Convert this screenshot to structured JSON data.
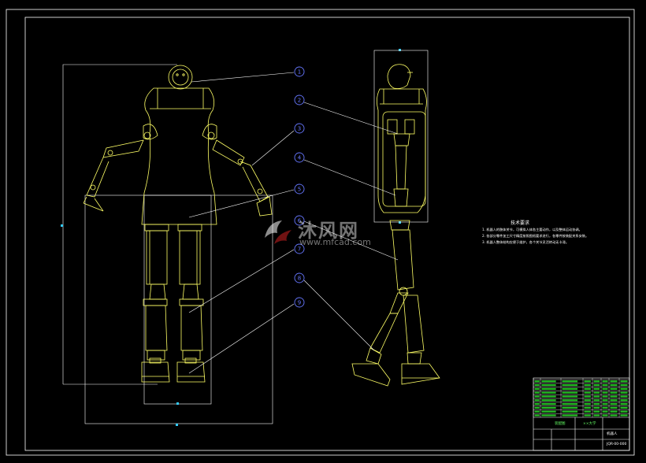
{
  "drawing": {
    "balloons": [
      "1",
      "2",
      "3",
      "4",
      "5",
      "6",
      "7",
      "8",
      "9"
    ]
  },
  "notes": {
    "title": "技术要求",
    "lines": [
      "1. 机器人的肢体关节，可模拟人体各主要动作，以及整体运动协调。",
      "2. 各部分零件加工尺寸精度按照图纸要求进行，各零件按装配关系安装。",
      "3. 机器人整体结构应便于维护，各个关节灵活转动无卡滞。"
    ]
  },
  "watermark": {
    "brand": "沐风网",
    "url": "www.mfcad.com"
  },
  "title_block": {
    "school": "××大学",
    "drawing_name": "机器人",
    "drawing_no": "JQR-00-000",
    "material": "装配图"
  },
  "colors": {
    "outline": "#ffff66",
    "frame": "#ffffff",
    "balloon": "#6677ff",
    "leader": "#ffffff",
    "table_text": "#33ff33"
  }
}
